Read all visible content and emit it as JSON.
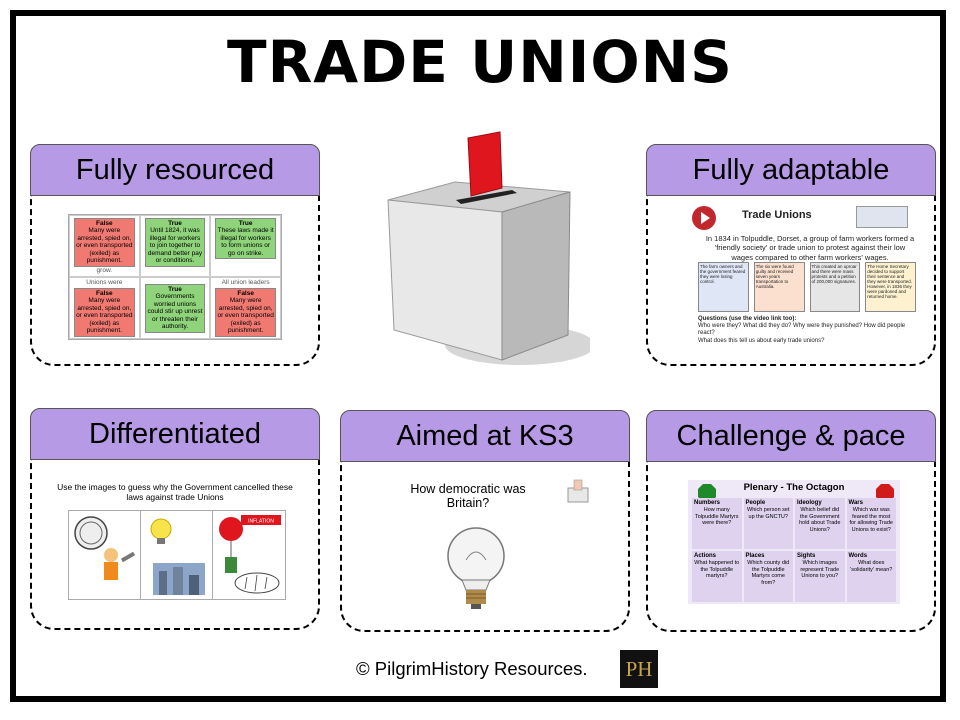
{
  "title": "TRADE UNIONS",
  "cards": {
    "resourced": {
      "heading": "Fully resourced",
      "cells": [
        {
          "label": "False",
          "text": "Many were arrested, spied on, or even transported (exiled) as punishment.",
          "under": "grow."
        },
        {
          "label": "True",
          "text": "Until 1824, it was illegal for workers to join together to demand better pay or conditions."
        },
        {
          "label": "True",
          "text": "These laws made it illegal for workers to form unions or go on strike."
        },
        {
          "label": "False",
          "text": "Many were arrested, spied on, or even transported (exiled) as punishment.",
          "above": "Unions were"
        },
        {
          "label": "True",
          "text": "Governments worried unions could stir up unrest or threaten their authority."
        },
        {
          "label": "False",
          "text": "Many were arrested, spied on, or even transported (exiled) as punishment.",
          "above": "All union leaders"
        }
      ]
    },
    "adaptable": {
      "heading": "Fully adaptable",
      "ws_title": "Trade Unions",
      "intro": "In 1834 in Tolpuddle, Dorset, a group of farm workers formed a 'friendly society' or trade union to protest against their low wages compared to other farm workers' wages.",
      "boxes": [
        "The farm owners and the government feared they were losing control.",
        "The six were found guilty and received seven years transportation to Australia.",
        "This created an uproar and there were mass protests and a petition of 200,000 signatures.",
        "The Home Secretary decided to support their sentence and they were transported. However, in 1836 they were pardoned and returned home."
      ],
      "q_heading": "Questions (use the video link too):",
      "q1": "Who were they? What did they do? Why were they punished? How did people react?",
      "q2": "What does this tell us about early trade unions?"
    },
    "differentiated": {
      "heading": "Differentiated",
      "caption": "Use the images to guess why the Government cancelled these laws against trade Unions",
      "balloon": "INFLATION"
    },
    "ks3": {
      "heading": "Aimed at KS3",
      "question": "How democratic was Britain?"
    },
    "challenge": {
      "heading": "Challenge & pace",
      "plenary_title": "Plenary - The Octagon",
      "cells": [
        {
          "label": "Numbers",
          "text": "How many Tolpuddle Martyrs were there?"
        },
        {
          "label": "People",
          "text": "Which person set up the GNCTU?"
        },
        {
          "label": "Ideology",
          "text": "Which belief did the Government hold about Trade Unions?"
        },
        {
          "label": "Wars",
          "text": "Which war was feared the most for allowing Trade Unions to exist?"
        },
        {
          "label": "Actions",
          "text": "What happened to the Tolpuddle martyrs?"
        },
        {
          "label": "Places",
          "text": "Which county did the Tolpuddle Martyrs come from?"
        },
        {
          "label": "Sights",
          "text": "Which images represent Trade Unions to you?"
        },
        {
          "label": "Words",
          "text": "What does 'solidarity' mean?"
        }
      ]
    }
  },
  "footer": "© PilgrimHistory Resources.",
  "logo_text": "PH",
  "colors": {
    "header": "#b79ae6",
    "false_card": "#f07a72",
    "true_card": "#8fd37a",
    "ballot": "#e0161e"
  }
}
